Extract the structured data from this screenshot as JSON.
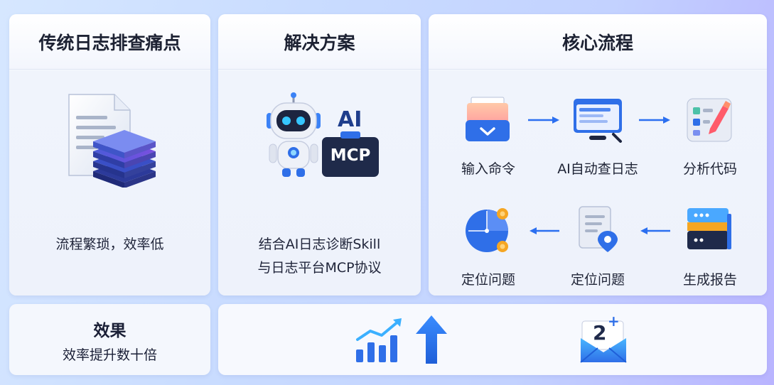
{
  "pain": {
    "title": "传统日志排查痛点",
    "desc": "流程繁琐，效率低"
  },
  "solution": {
    "title": "解决方案",
    "badge_ai": "AI",
    "badge_mcp": "MCP",
    "desc_line1": "结合AI日志诊断Skill",
    "desc_line2": "与日志平台MCP协议"
  },
  "flow": {
    "title": "核心流程",
    "steps": [
      {
        "label": "输入命令",
        "icon": "inbox-icon"
      },
      {
        "label": "AI自动查日志",
        "icon": "monitor-icon"
      },
      {
        "label": "分析代码",
        "icon": "code-edit-icon"
      },
      {
        "label": "生成报告",
        "icon": "report-icon"
      },
      {
        "label": "定位问题",
        "icon": "document-pin-icon"
      },
      {
        "label": "定位问题",
        "icon": "target-icon"
      }
    ]
  },
  "result": {
    "title": "效果",
    "desc": "效率提升数十倍",
    "badge_number": "2",
    "badge_plus": "+"
  },
  "colors": {
    "primary_blue": "#2f6fe8",
    "arrow_blue": "#2b6ff0",
    "accent_orange": "#f5a623"
  }
}
